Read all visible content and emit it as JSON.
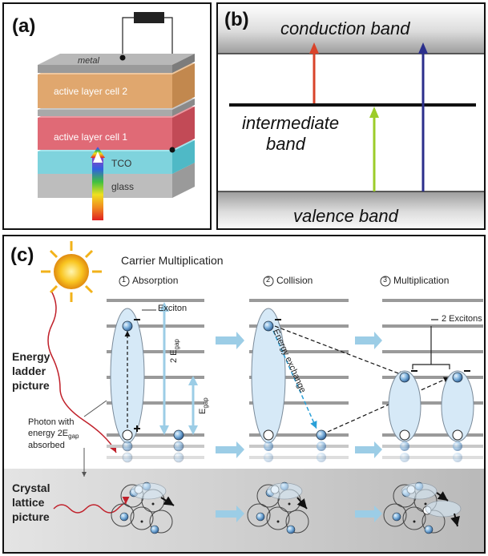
{
  "panel_a": {
    "label": "(a)",
    "layers": {
      "metal": "metal",
      "cell2": "active layer cell 2",
      "cell1": "active layer cell 1",
      "tco": "TCO",
      "glass": "glass"
    }
  },
  "panel_b": {
    "label": "(b)",
    "conduction": "conduction band",
    "intermediate_line1": "intermediate",
    "intermediate_line2": "band",
    "valence": "valence band"
  },
  "panel_c": {
    "label": "(c)",
    "title": "Carrier Multiplication",
    "steps": {
      "s1_num": "1",
      "s1": "Absorption",
      "s2_num": "2",
      "s2": "Collision",
      "s3_num": "3",
      "s3": "Multiplication"
    },
    "exciton": "Exciton",
    "two_excitons": "2 Excitons",
    "energy_exchange": "Energy exchange",
    "two_egap": "2 E",
    "egap": "E",
    "gap_sub": "gap",
    "energy_ladder": [
      "Energy",
      "ladder",
      "picture"
    ],
    "photon_note": [
      "Photon with",
      "energy 2E",
      "absorbed"
    ],
    "crystal": [
      "Crystal",
      "lattice",
      "picture"
    ]
  },
  "colors": {
    "metal": "#a9a9a9",
    "cell2": "#e0a76e",
    "cell1": "#e06a76",
    "tco": "#7fd3dd",
    "glass": "#bdbdbd",
    "red_arrow": "#d9432a",
    "green_arrow": "#9ccc2a",
    "blue_arrow": "#2b2f8c",
    "ellipse": "#d6e9f7",
    "flow_arrow": "#9ccde6"
  }
}
